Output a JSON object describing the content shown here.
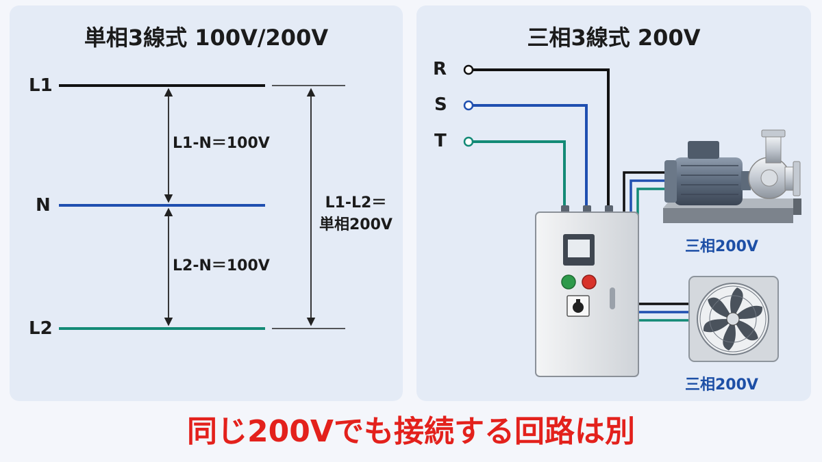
{
  "left_panel": {
    "title": "単相3線式 100V/200V",
    "lines": [
      {
        "label": "L1",
        "color": "#111111"
      },
      {
        "label": "N",
        "color": "#1f4fb0"
      },
      {
        "label": "L2",
        "color": "#138a76"
      }
    ],
    "voltage_l1_n": "L1-N＝100V",
    "voltage_l2_n": "L2-N＝100V",
    "voltage_l1_l2_line1": "L1-L2＝",
    "voltage_l1_l2_line2": "単相200V"
  },
  "right_panel": {
    "title": "三相3線式 200V",
    "phases": [
      {
        "label": "R",
        "color": "#111111"
      },
      {
        "label": "S",
        "color": "#1f4fb0"
      },
      {
        "label": "T",
        "color": "#138a76"
      }
    ],
    "pump_label": "三相200V",
    "fan_label": "三相200V"
  },
  "footer": {
    "message": "同じ200Vでも接続する回路は別",
    "color": "#e3211c"
  }
}
